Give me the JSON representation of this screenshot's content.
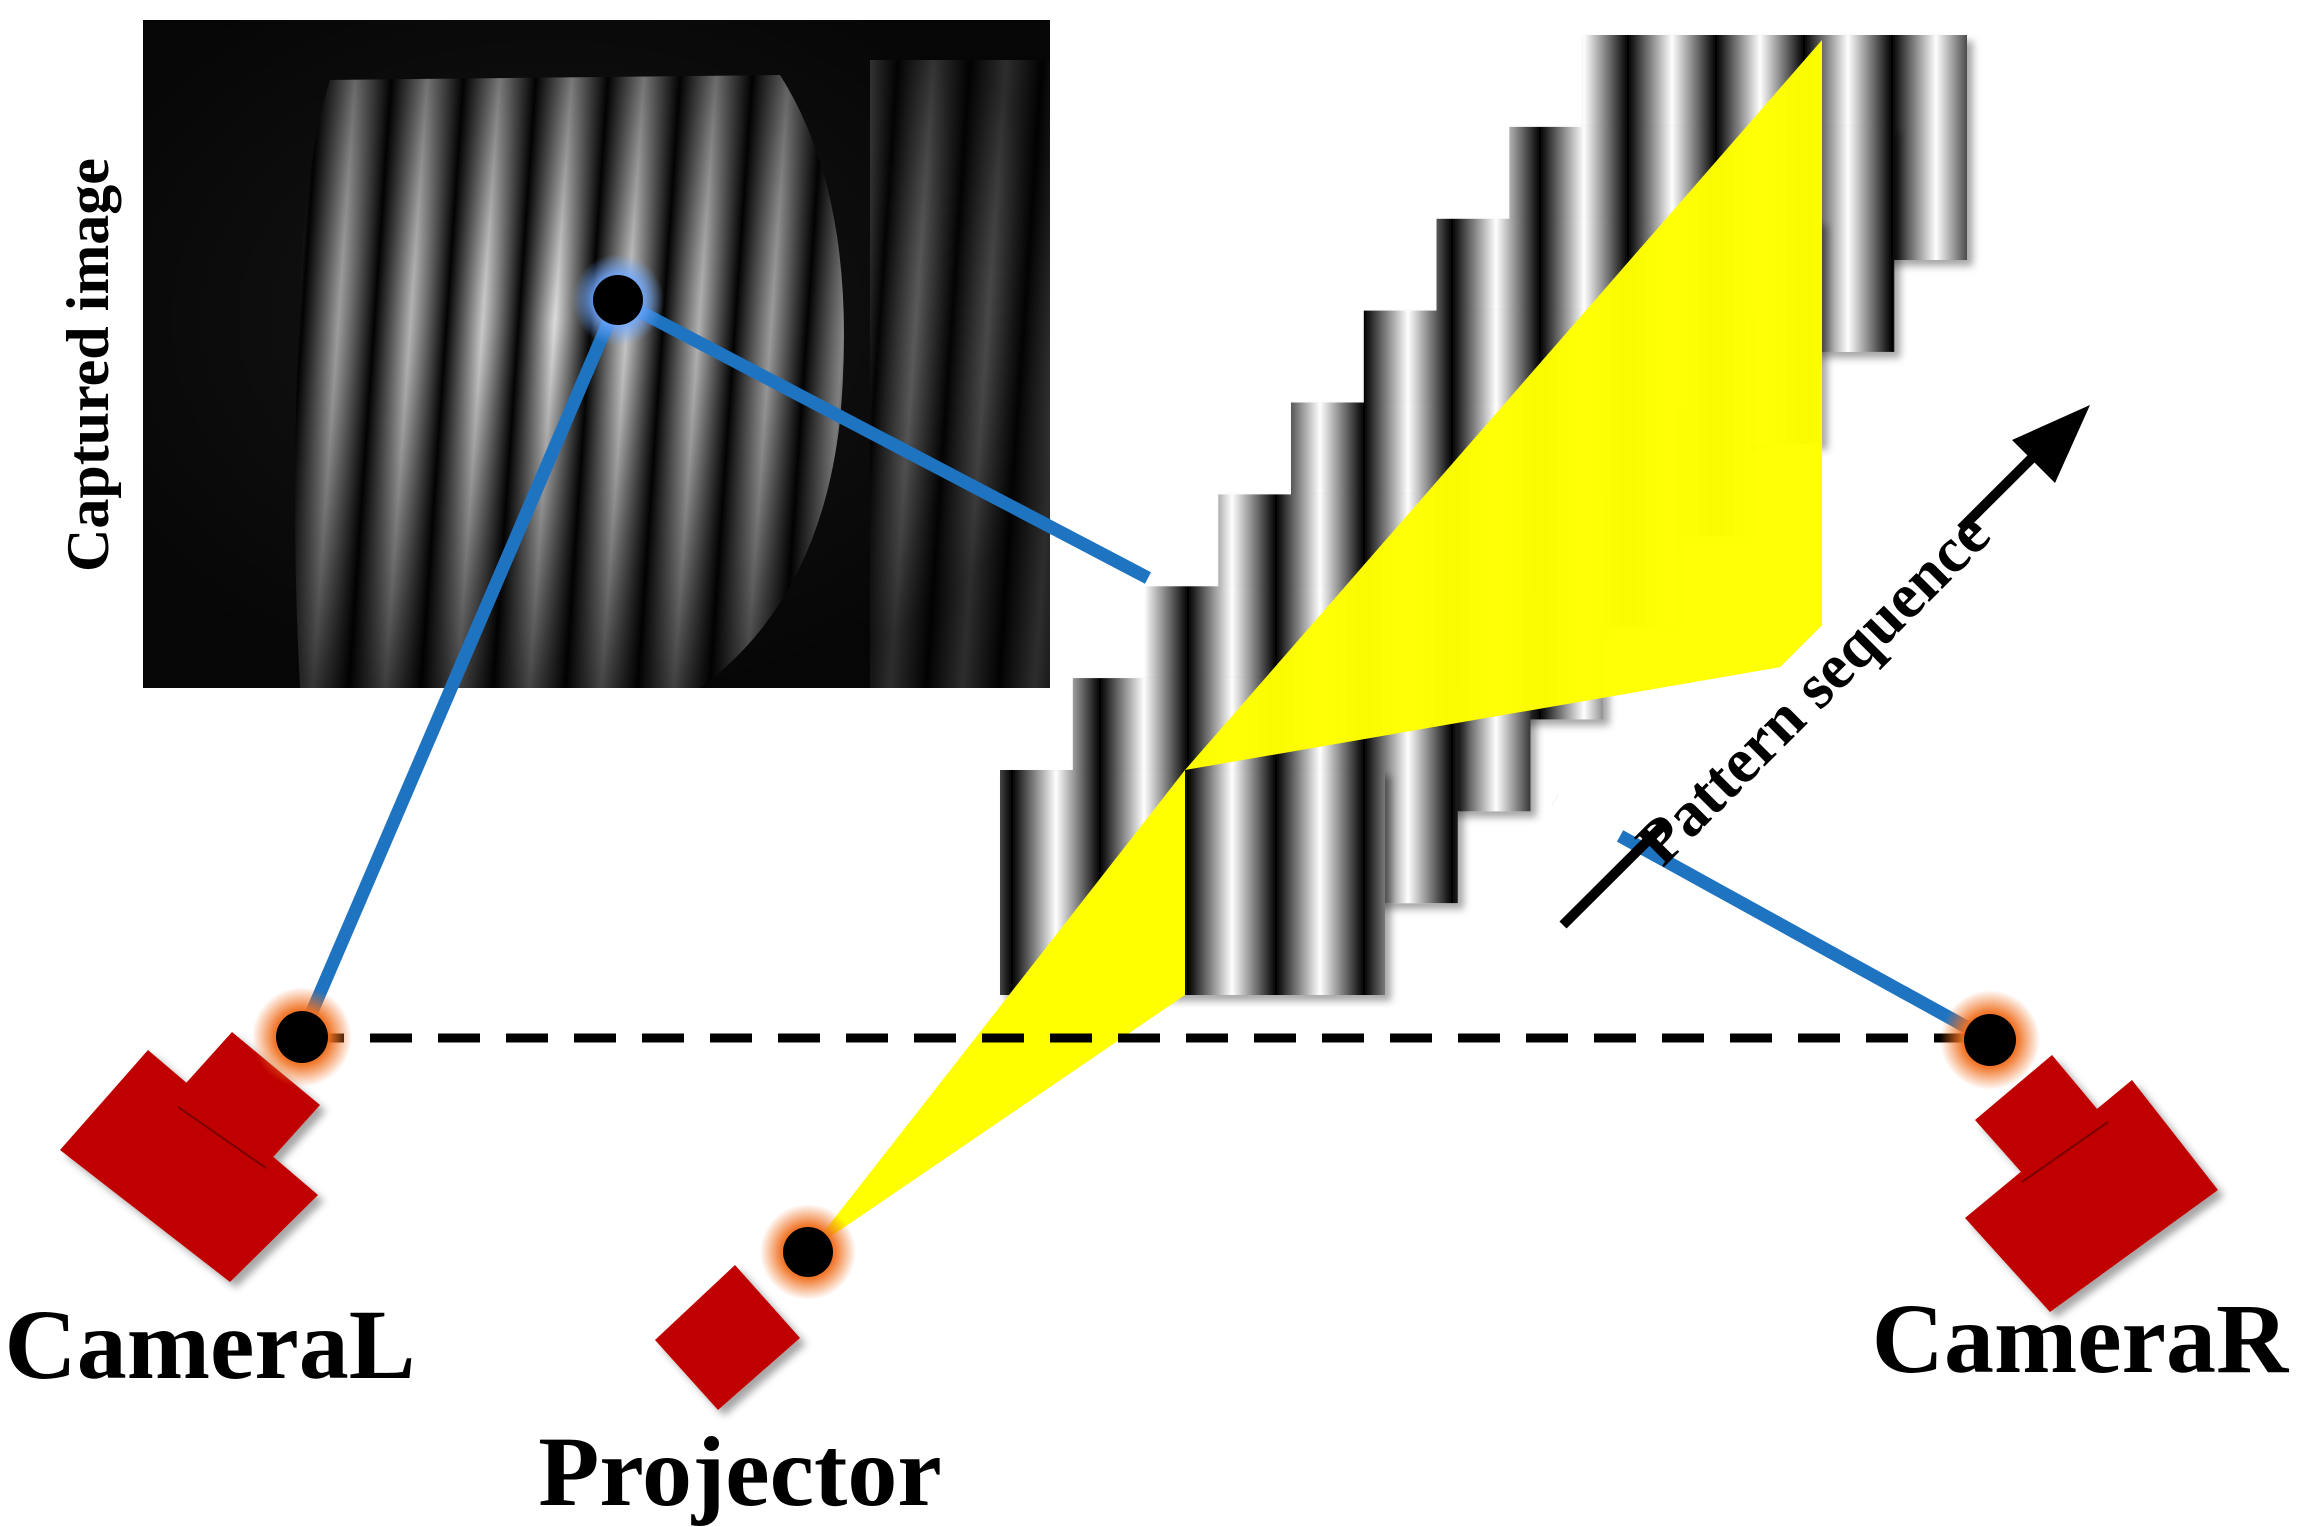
{
  "labels": {
    "captured_image": "Captured image",
    "pattern_sequence": "Pattern sequence",
    "camera_left": "CameraL",
    "camera_right": "CameraR",
    "projector": "Projector"
  },
  "colors": {
    "device_red": "#c00000",
    "ray_blue": "#1f74c2",
    "projection_yellow": "#ffff00",
    "point_black": "#000000",
    "glow_orange": "#f07020",
    "glow_blue": "#6fa8ff"
  },
  "pattern_sequence": {
    "frame_count": 9
  }
}
